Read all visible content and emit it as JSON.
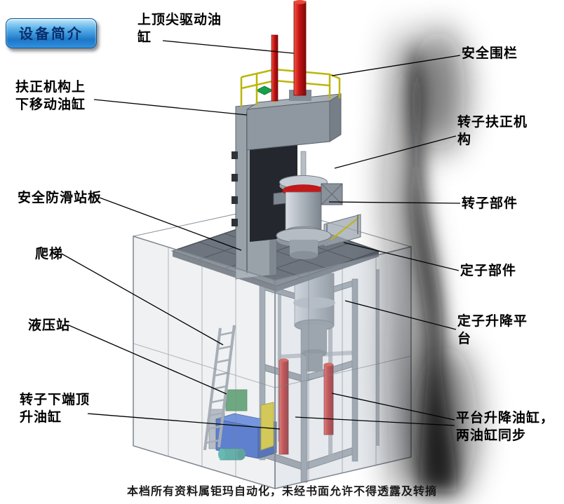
{
  "badge": {
    "label": "设备简介"
  },
  "callouts": {
    "top_spindle_cylinder": "上顶尖驱动油\n缸",
    "safety_fence": "安全围栏",
    "centering_move_cylinder": "扶正机构上\n下移动油缸",
    "rotor_centering_mech": "转子扶正机\n构",
    "anti_slip_platform": "安全防滑站板",
    "rotor_part": "转子部件",
    "ladder": "爬梯",
    "stator_part": "定子部件",
    "hydraulic_station": "液压站",
    "stator_lift_platform": "定子升降平\n台",
    "rotor_bottom_jack_cylinder": "转子下端顶\n升油缸",
    "platform_lift_cylinders": "平台升降油缸，\n两油缸同步"
  },
  "footer": {
    "text": "本档所有资料属钜玛自动化，未经书面允许不得透露及转摘"
  },
  "colors": {
    "badge_blue": "#2e86d1",
    "cylinder_red": "#c41414",
    "railing_yellow": "#bcb60a",
    "hydraulic_blue": "#2857c8",
    "structure_gray": "#9aa2aa"
  }
}
